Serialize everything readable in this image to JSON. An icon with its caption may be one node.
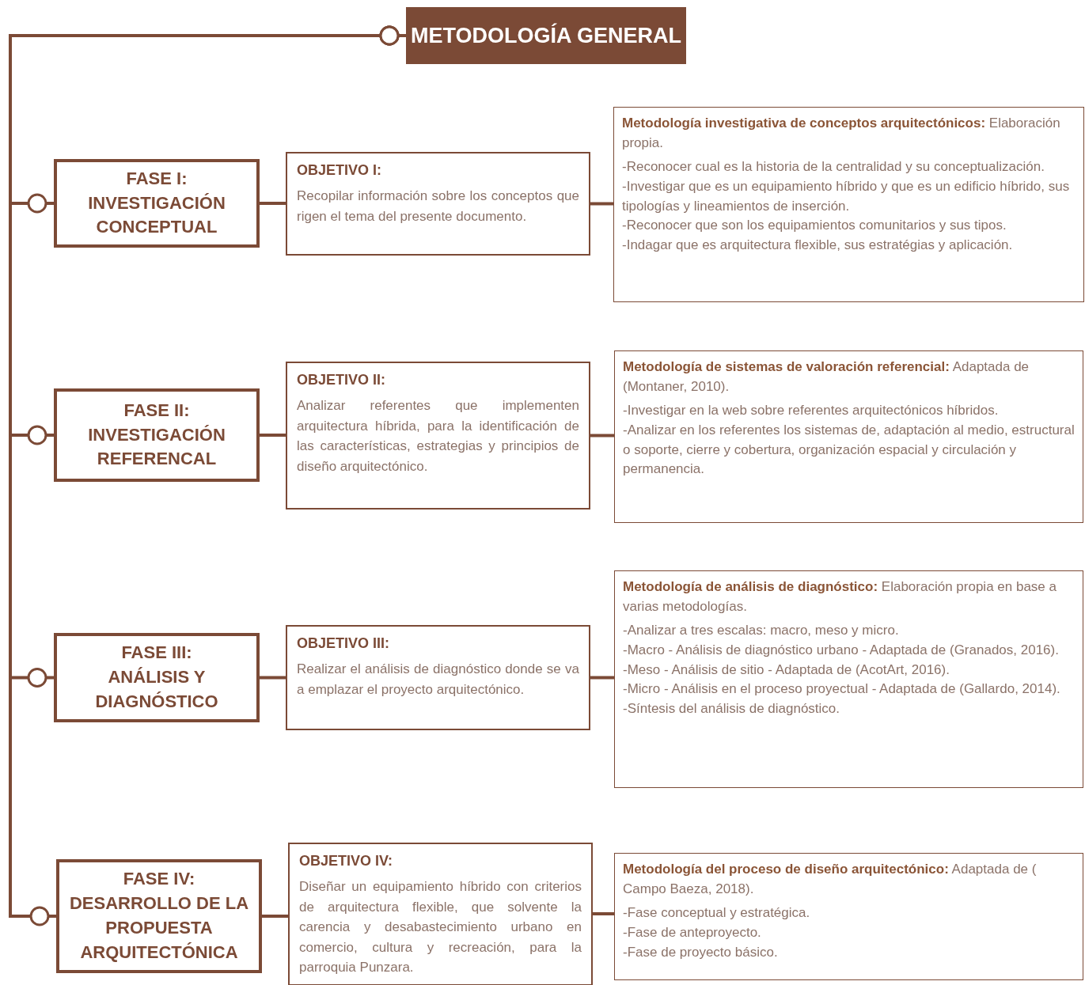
{
  "diagram": {
    "nodes": [
      {
        "text": [
          "METODOLOGÍA GENERAL"
        ]
      },
      {
        "text": [
          "FASE I:",
          "INVESTIGACIÓN CONCEPTUAL"
        ]
      },
      {
        "text": [
          "OBJETIVO I:",
          "Recopilar información sobre los conceptos que rigen el tema del presente documento."
        ]
      },
      {
        "text": [
          "**Metodología investigativa de conceptos arquitectónicos:** Elaboración propia.",
          "-Reconocer cual es la historia de la centralidad y su conceptualización.",
          "-Investigar que es un equipamiento híbrido y que es un edificio híbrido, sus tipologías y lineamientos de inserción.",
          "-Reconocer que son los equipamientos comunitarios y sus tipos.",
          "-Indagar que es arquitectura flexible, sus estratégias y aplicación."
        ]
      },
      {
        "text": [
          "FASE II:",
          "INVESTIGACIÓN REFERENCAL"
        ]
      },
      {
        "text": [
          "OBJETIVO II:",
          "Analizar referentes que implementen arquitectura híbrida, para la identificación de las características, estrategias y principios de diseño arquitectónico."
        ]
      },
      {
        "text": [
          "**Metodología de sistemas de valoración referencial:** Adaptada de (Montaner, 2010).",
          "-Investigar en la web sobre referentes arquitectónicos híbridos.",
          "-Analizar en los referentes los sistemas de, adaptación al medio, estructural o soporte, cierre y cobertura, organización espacial y circulación y permanencia."
        ]
      },
      {
        "text": [
          "FASE III:",
          "ANÁLISIS Y DIAGNÓSTICO"
        ]
      },
      {
        "text": [
          "OBJETIVO III:",
          "Realizar el análisis de diagnóstico donde se va a emplazar el proyecto arquitectónico."
        ]
      },
      {
        "text": [
          "**Metodología de análisis de diagnóstico:** Elaboración propia en base a varias metodologías.",
          "-Analizar a tres escalas: macro, meso y micro.",
          "-Macro - Análisis de diagnóstico urbano - Adaptada de (Granados, 2016).",
          "-Meso - Análisis de sitio - Adaptada de (AcotArt, 2016).",
          "-Micro - Análisis en el proceso proyectual - Adaptada de (Gallardo, 2014).",
          "-Síntesis del análisis de diagnóstico."
        ]
      },
      {
        "text": [
          "FASE IV:",
          "DESARROLLO DE LA PROPUESTA ARQUITECTÓNICA"
        ]
      },
      {
        "text": [
          "OBJETIVO IV:",
          "Diseñar un equipamiento híbrido con criterios de arquitectura flexible, que solvente la carencia y desabastecimiento urbano en comercio, cultura y recreación, para la parroquia Punzara."
        ]
      },
      {
        "text": [
          "**Metodología del proceso de diseño arquitectónico:** Adaptada de ( Campo Baeza, 2018).",
          "-Fase conceptual y estratégica.",
          "-Fase de anteproyecto.",
          "-Fase de proyecto básico."
        ]
      }
    ],
    "edges": [
      {
        "from": 0,
        "to": 1,
        "arrow": "other"
      },
      {
        "from": 0,
        "to": 4,
        "arrow": "other"
      },
      {
        "from": 0,
        "to": 7,
        "arrow": "other"
      },
      {
        "from": 0,
        "to": 10,
        "arrow": "other"
      },
      {
        "from": 1,
        "to": 2,
        "arrow": "none"
      },
      {
        "from": 2,
        "to": 3,
        "arrow": "none"
      },
      {
        "from": 4,
        "to": 5,
        "arrow": "none"
      },
      {
        "from": 5,
        "to": 6,
        "arrow": "none"
      },
      {
        "from": 7,
        "to": 8,
        "arrow": "none"
      },
      {
        "from": 8,
        "to": 9,
        "arrow": "none"
      },
      {
        "from": 10,
        "to": 11,
        "arrow": "none"
      },
      {
        "from": 11,
        "to": 12,
        "arrow": "none"
      }
    ]
  }
}
